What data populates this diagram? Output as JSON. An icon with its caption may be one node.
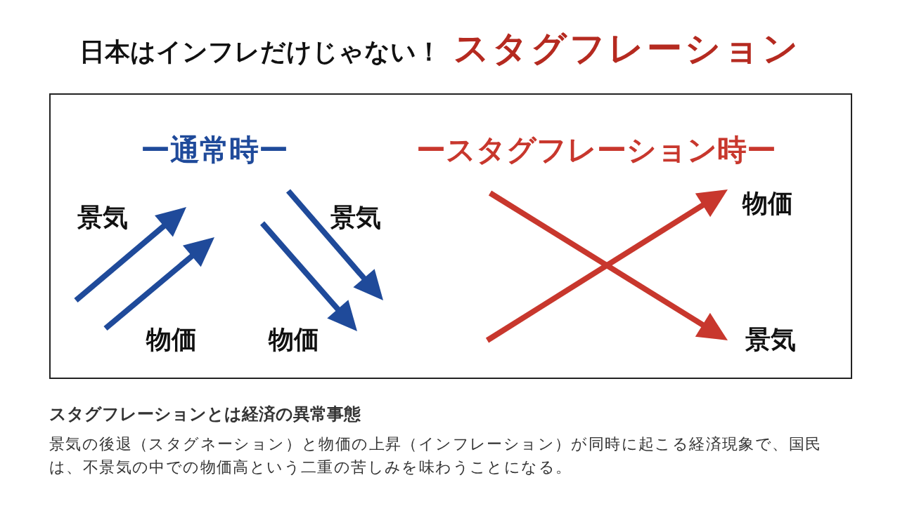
{
  "diagram": {
    "title": "日本はインフレだけじゃない！",
    "labels": [
      "スタグフレーション",
      "ー通常時ー",
      "景気",
      "物価",
      "景気",
      "物価",
      "ースタグフレーション時ー",
      "物価",
      "景気",
      "スタグフレーションとは経済の異常事態",
      "景気の後退（スタグネーション）と物価の上昇（インフレーション）が同時に起こる経済現象で、国民は、不景気の中での物価高という二重の苦しみを味わうことになる。"
    ]
  }
}
